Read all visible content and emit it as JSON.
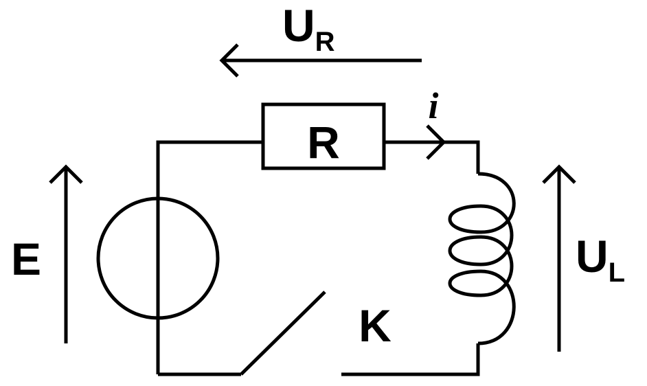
{
  "diagram": {
    "type": "circuit-schematic",
    "components": {
      "source": {
        "label": "E"
      },
      "resistor": {
        "label": "R"
      },
      "inductor": {
        "label": ""
      },
      "switch": {
        "label": "K"
      }
    },
    "quantities": {
      "current": {
        "label": "i"
      },
      "resistor_voltage": {
        "label_main": "U",
        "label_sub": "R"
      },
      "inductor_voltage": {
        "label_main": "U",
        "label_sub": "L"
      }
    },
    "colors": {
      "ink": "#000000",
      "background": "#ffffff"
    }
  }
}
